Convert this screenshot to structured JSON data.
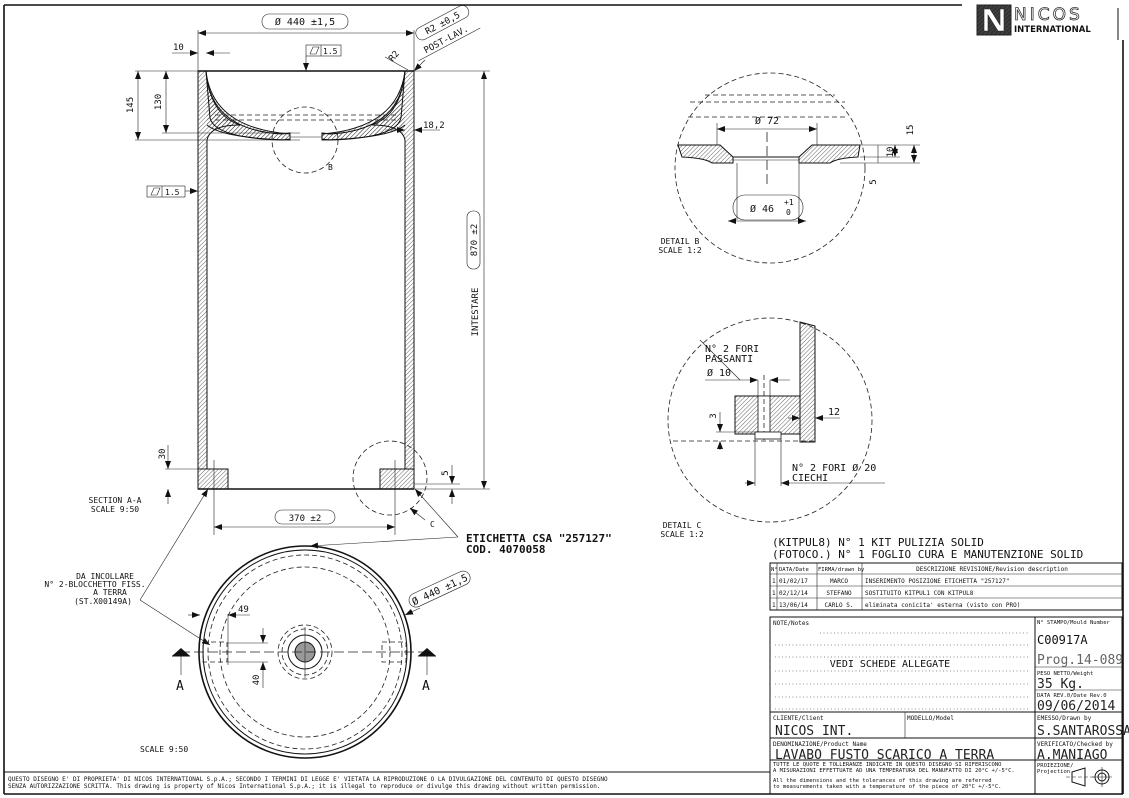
{
  "logo": {
    "brand": "NICOS",
    "sub": "INTERNATIONAL"
  },
  "section": {
    "dia_top": "Ø 440 ±1,5",
    "radius_tol": "R2 ±0,5",
    "post_lav": "POST-LAV.",
    "r2": "R2",
    "wall": "10",
    "flat_top": "1.5",
    "flat_side": "1.5",
    "h145": "145",
    "h130": "130",
    "w18": "18,2",
    "detail_b_tag": "B",
    "h870": "870 ±2",
    "intestare": "INTESTARE",
    "h30": "30",
    "h5": "5",
    "dist370": "370 ±2",
    "detail_c_tag": "C",
    "title": "SECTION A-A",
    "scale": "SCALE 9:50"
  },
  "label": {
    "line1": "ETICHETTA CSA \"257127\"",
    "line2": "COD. 4070058"
  },
  "glue_note": [
    "DA INCOLLARE",
    "N° 2-BLOCCHETTO FISS.",
    "A TERRA",
    "(ST.X00149A)"
  ],
  "plan": {
    "dia": "Ø 440 ±1,5",
    "d49": "49",
    "d40": "40",
    "cut_left": "A",
    "cut_right": "A",
    "scale": "SCALE 9:50"
  },
  "detail_b": {
    "d72": "Ø 72",
    "d46": "Ø 46",
    "tol_up": "+1",
    "tol_low": "0",
    "h15": "15",
    "h10": "10",
    "h5": "5",
    "title": "DETAIL B",
    "scale": "SCALE 1:2"
  },
  "detail_c": {
    "holes_pass": [
      "N° 2 FORI",
      "PASSANTI"
    ],
    "d10": "Ø 10",
    "h3": "3",
    "w12": "12",
    "holes_blind": [
      "N° 2 FORI  Ø 20",
      "CIECHI"
    ],
    "title": "DETAIL C",
    "scale": "SCALE 1:2"
  },
  "kit_notes": [
    "(KITPUL8) N° 1 KIT PULIZIA SOLID",
    "(FOTOCO.) N° 1 FOGLIO CURA E MANUTENZIONE SOLID"
  ],
  "revisions": {
    "headers": [
      "N°",
      "DATA/Date",
      "FIRMA/drawn by",
      "DESCRIZIONE REVISIONE/Revision description"
    ],
    "rows": [
      [
        "1",
        "01/02/17",
        "MARCO",
        "INSERIMENTO POSIZIONE ETICHETTA \"257127\""
      ],
      [
        "1",
        "02/12/14",
        "STEFANO",
        "SOSTITUITO KITPUL1 CON KITPUL8"
      ],
      [
        "1",
        "13/06/14",
        "CARLO S.",
        "eliminata conicita' esterna (visto con PRO)"
      ]
    ]
  },
  "title_block": {
    "notes_label": "NOTE/Notes",
    "notes_text": "VEDI SCHEDE ALLEGATE",
    "mould_label": "N° STAMPO/Mould Number",
    "mould": "C00917A",
    "prog": "Prog.14-089",
    "weight_label": "PESO NETTO/Weight",
    "weight": "35 Kg.",
    "date_label": "DATA REV.0/Date Rev.0",
    "date": "09/06/2014",
    "client_label": "CLIENTE/Client",
    "client": "NICOS INT.",
    "model_label": "MODELLO/Model",
    "drawn_label": "EMESSO/Drawn by",
    "drawn": "S.SANTAROSSA",
    "product_label": "DENOMINAZIONE/Product Name",
    "product": "LAVABO FUSTO SCARICO A TERRA",
    "checked_label": "VERIFICATO/Checked by",
    "checked": "A.MANIAGO",
    "tol_it": [
      "TUTTE LE QUOTE E TOLLERANZE INDICATE IN QUESTO DISEGNO SI RIFERISCONO",
      "A MISURAZIONI EFFETTUATE AD UNA TEMPERATURA DEL MANUFATTO DI 20°C +/-5°C."
    ],
    "tol_en": [
      "All the dimensions and the tolerances of this drawing are referred",
      "to measurements taken with a temperature of the piece of 20°C +/-5°C."
    ],
    "projection_label": [
      "PROIEZIONE/",
      "Projection"
    ]
  },
  "copyright": [
    "QUESTO DISEGNO E' DI PROPRIETA' DI NICOS INTERNATIONAL S.p.A.; SECONDO I TERMINI DI LEGGE E' VIETATA LA RIPRODUZIONE O LA DIVULGAZIONE DEL CONTENUTO DI QUESTO DISEGNO",
    "SENZA AUTORIZZAZIONE SCRITTA. This drawing is property of Nicos International S.p.A.; it is illegal to reproduce or divulge this drawing without written permission."
  ]
}
